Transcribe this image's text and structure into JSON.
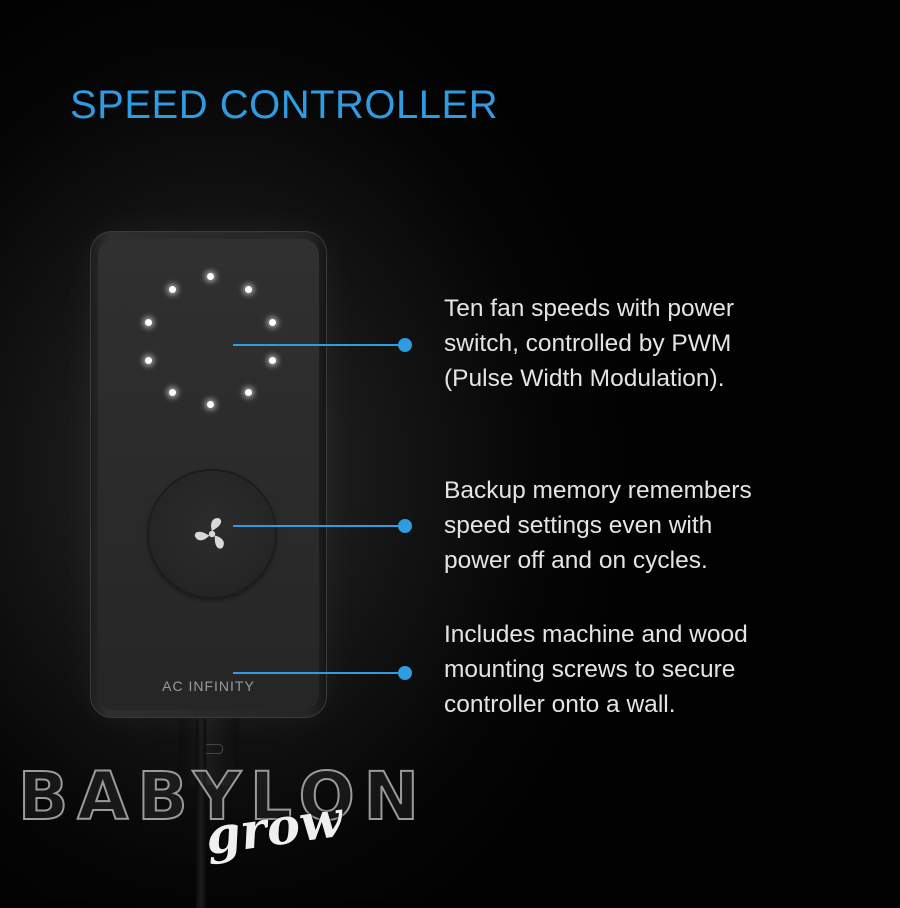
{
  "title": "SPEED CONTROLLER",
  "device": {
    "brand": "AC INFINITY",
    "led_count": 10,
    "button_icon": "fan-icon"
  },
  "features": [
    {
      "text_lines": [
        "Ten fan speeds with power",
        "switch, controlled by PWM",
        "(Pulse Width Modulation)."
      ]
    },
    {
      "text_lines": [
        "Backup memory remembers",
        "speed settings even with",
        "power off and on cycles."
      ]
    },
    {
      "text_lines": [
        "Includes machine and wood",
        "mounting screws to secure",
        "controller onto a wall."
      ]
    }
  ],
  "watermark": {
    "line1": "BABYLON",
    "line2": "grow"
  },
  "colors": {
    "accent": "#2f9be0",
    "background": "#050505",
    "text": "#e4e4e4"
  }
}
